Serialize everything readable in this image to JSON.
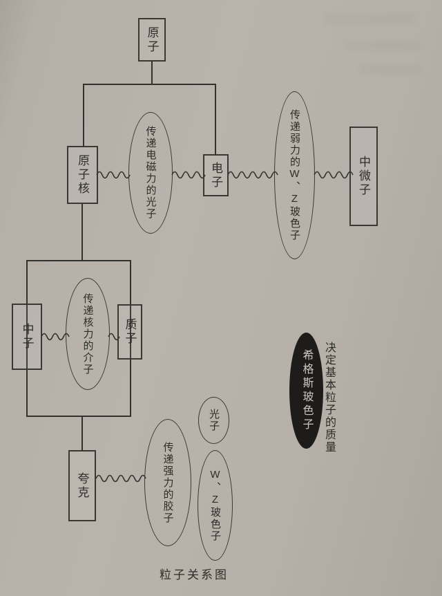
{
  "diagram": {
    "caption": "粒子关系图",
    "nodes": {
      "atom": "原子",
      "nucleus": "原子核",
      "electron": "电子",
      "neutrino": "中微子",
      "neutron": "中子",
      "proton": "质子",
      "quark": "夸克"
    },
    "carriers": {
      "em_photon": "传递电磁力的光子",
      "weak_wz": "传递弱力的W、Z玻色子",
      "meson": "传递核力的介子",
      "gluon": "传递强力的胶子",
      "photon": "光子",
      "wz": "W、Z玻色子",
      "higgs": "希格斯玻色子"
    },
    "annotations": {
      "higgs_note": "决定基本粒子的质量"
    },
    "colors": {
      "paper": "#b5afa8",
      "ink": "#33312d",
      "higgs_fill": "#1d1c1a",
      "higgs_text": "#ccc7c0"
    }
  }
}
